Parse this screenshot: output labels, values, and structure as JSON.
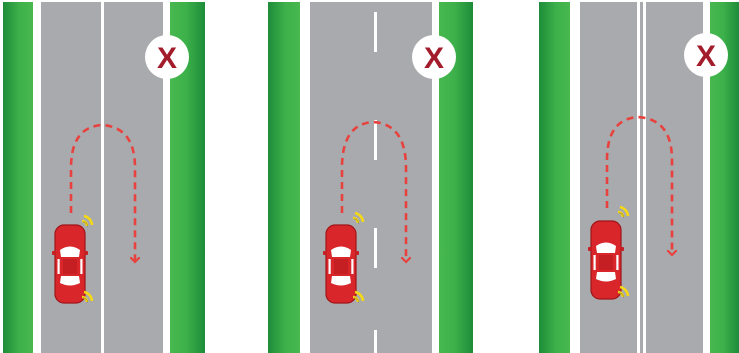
{
  "panels": [
    {
      "center_line": "solid",
      "verdict_mark": "X",
      "verdict": "not-allowed"
    },
    {
      "center_line": "broken",
      "verdict_mark": "X",
      "verdict": "not-allowed"
    },
    {
      "center_line": "double-solid",
      "verdict_mark": "X",
      "verdict": "not-allowed"
    }
  ],
  "colors": {
    "grass_light": "#3db14a",
    "grass_dark": "#1e8c3a",
    "road": "#a9aaad",
    "line": "#ffffff",
    "car": "#d8262b",
    "car_dark": "#9e1418",
    "turn_path": "#e8423f",
    "indicator": "#f5d915",
    "x_mark": "#a31c2b"
  },
  "icons": [
    "u-turn-path-arrow",
    "car-icon",
    "x-mark-icon",
    "indicator-light-icon"
  ]
}
